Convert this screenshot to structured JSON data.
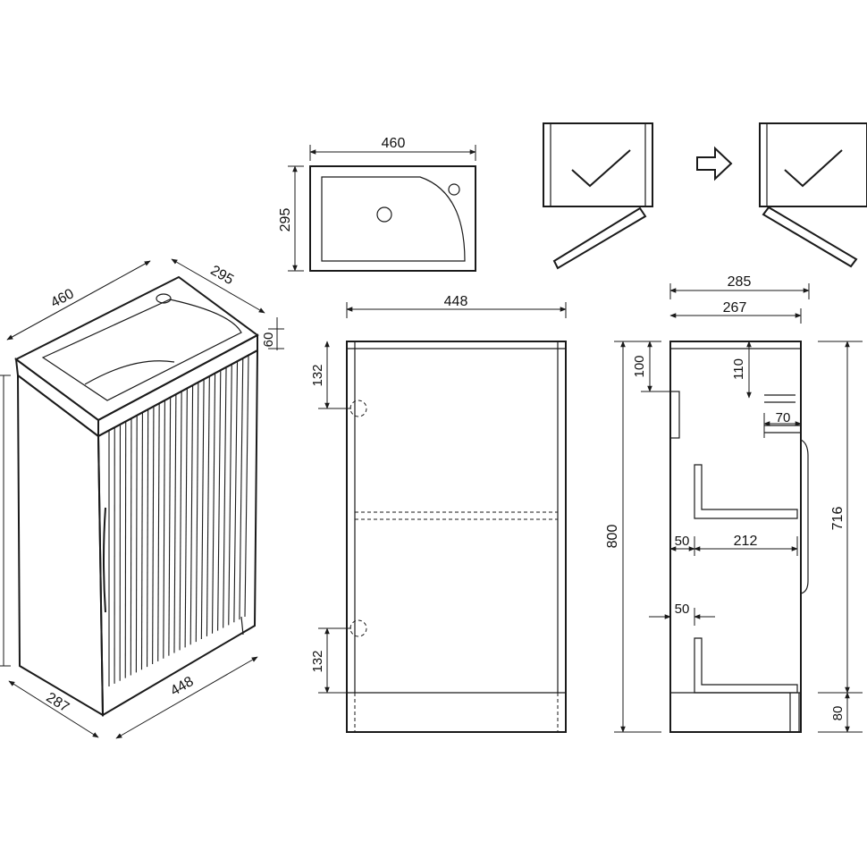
{
  "colors": {
    "line": "#1a1a1a",
    "background": "#ffffff"
  },
  "perspective_view": {
    "width": "460",
    "depth": "295",
    "basin_height": "60",
    "base_depth": "287",
    "base_width": "448"
  },
  "basin_top_view": {
    "width": "460",
    "depth": "295"
  },
  "door_swing": {
    "arrow_icon": "right-arrow-icon",
    "check_icon": "check-icon"
  },
  "front_view": {
    "width": "448",
    "top_hinge_offset": "132",
    "bottom_hinge_offset": "132",
    "height": "800"
  },
  "side_view": {
    "outer_depth": "285",
    "inner_depth": "267",
    "top_gap": "100",
    "shelf_offset": "110",
    "outlet_offset": "70",
    "hole_offset": "50",
    "hole_width": "212",
    "lower_hole_offset": "50",
    "body_height": "716",
    "plinth_height": "80"
  }
}
